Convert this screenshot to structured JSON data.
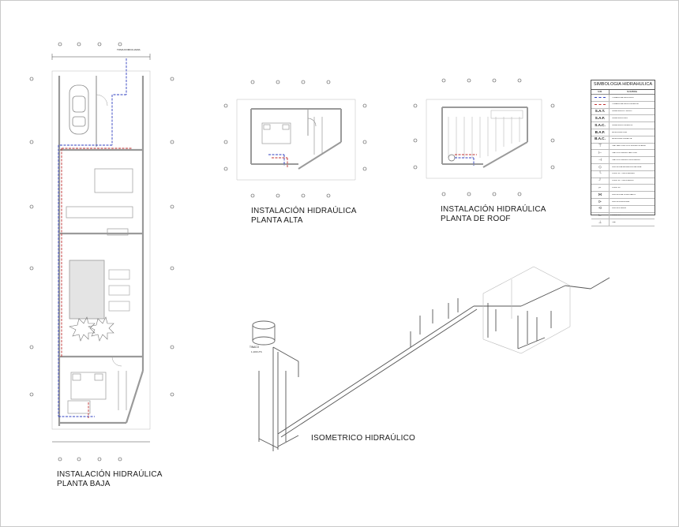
{
  "titles": {
    "planta_baja": [
      "INSTALACIÓN HIDRAÚLICA",
      "PLANTA BAJA"
    ],
    "planta_alta": [
      "INSTALACIÓN HIDRAÚLICA",
      "PLANTA ALTA"
    ],
    "planta_roof": [
      "INSTALACIÓN HIDRAÚLICA",
      "PLANTA DE ROOF"
    ],
    "isometrico": "ISOMETRICO HIDRAÚLICO"
  },
  "labels": {
    "toma_domiciliaria": "TOMA DOMICILIARIA",
    "tinaco": "TINACO",
    "tinaco_capacity": "1,100 LTS"
  },
  "legend": {
    "title": "SIMBOLOGIA HIDRAHULICA",
    "header_symbol": "SIM.",
    "header_name": "NOMBRE",
    "rows": [
      {
        "symbol": "",
        "style": "line-blue",
        "name": "TUBERIA DE AGUA FRIA"
      },
      {
        "symbol": "",
        "style": "line-red",
        "name": "TUBERIA DE AGUA CALIENTE"
      },
      {
        "symbol": "S.A.T.",
        "style": "text",
        "name": "SUBE AGUA A TINACO"
      },
      {
        "symbol": "S.A.F.",
        "style": "text",
        "name": "SUBE AGUA FRIA"
      },
      {
        "symbol": "S.A.C.",
        "style": "text",
        "name": "SUBE AGUA CALIENTE"
      },
      {
        "symbol": "B.A.F.",
        "style": "text",
        "name": "BAJA AGUA FRIA"
      },
      {
        "symbol": "B.A.C.",
        "style": "text",
        "name": "BAJA AGUA CALIENTE"
      },
      {
        "symbol": "⊤",
        "style": "glyph",
        "name": "TEE VERTICAL CON SALIDA LATERAL"
      },
      {
        "symbol": "⊢",
        "style": "glyph",
        "name": "TEE CON SALIDA VERTICAL"
      },
      {
        "symbol": "⊣",
        "style": "glyph",
        "name": "TEE CON SALIDA HACIA ABAJO"
      },
      {
        "symbol": "◇",
        "style": "glyph",
        "name": "VALVULA ELIMINADORA DE AIRE"
      },
      {
        "symbol": "└",
        "style": "glyph",
        "name": "CODO 90° HACIA ARRIBA"
      },
      {
        "symbol": "┘",
        "style": "glyph",
        "name": "CODO 90° HACIA ABAJO"
      },
      {
        "symbol": "⌐",
        "style": "glyph",
        "name": "CODO 90°"
      },
      {
        "symbol": "⋈",
        "style": "glyph",
        "name": "VALVULA DE COMPUERTA"
      },
      {
        "symbol": "⊳",
        "style": "glyph",
        "name": "VALVULA ANGULAR"
      },
      {
        "symbol": "⊲",
        "style": "glyph",
        "name": "VALVULA NARIZ"
      },
      {
        "symbol": "∟",
        "style": "glyph",
        "name": "CODO 45°"
      },
      {
        "symbol": "⊥",
        "style": "glyph",
        "name": "TEE"
      }
    ]
  },
  "colors": {
    "cold_water": "#3040c0",
    "hot_water": "#c03030",
    "wall": "#8a8a8a",
    "line": "#555555"
  }
}
